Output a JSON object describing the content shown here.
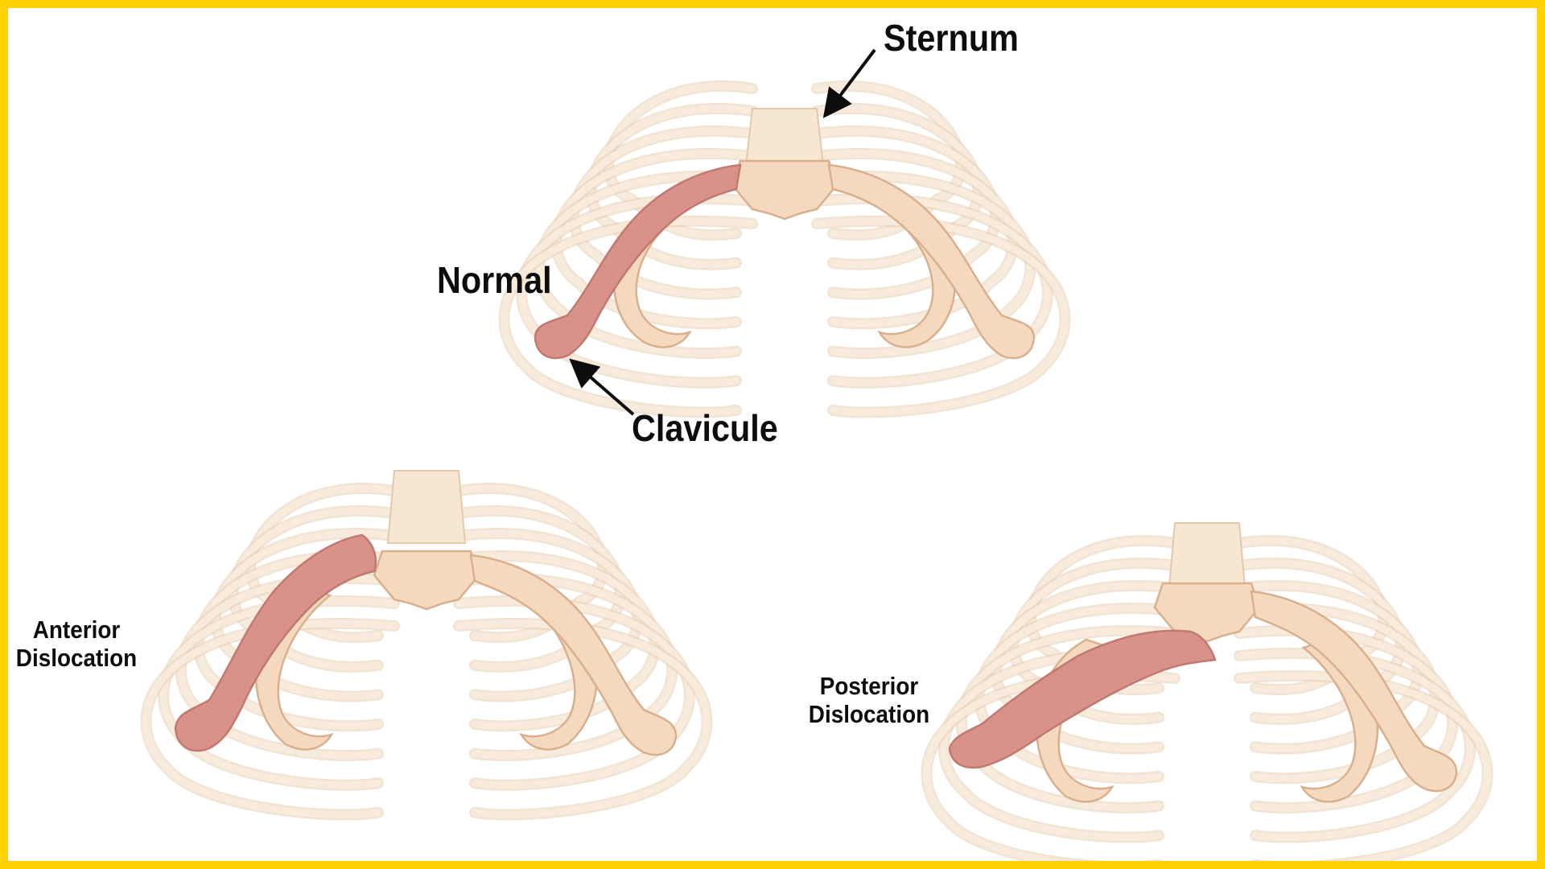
{
  "colors": {
    "frame": "#FFD200",
    "background": "#FFFFFF",
    "rib_fill": "#F8EBDC",
    "rib_stroke": "#E7CDB2",
    "bone_fill": "#F4D9BE",
    "bone_stroke": "#D9B08E",
    "clavicle_highlight": "#D9928A",
    "label_text": "#0D0D0D"
  },
  "labels": {
    "sternum": "Sternum",
    "normal": "Normal",
    "clavicule": "Clavicule",
    "anterior_line1": "Anterior",
    "anterior_line2": "Dislocation",
    "posterior_line1": "Posterior",
    "posterior_line2": "Dislocation"
  },
  "figures": [
    {
      "name": "normal",
      "variant": "normal"
    },
    {
      "name": "anterior-dislocation",
      "variant": "anterior"
    },
    {
      "name": "posterior-dislocation",
      "variant": "posterior"
    }
  ]
}
